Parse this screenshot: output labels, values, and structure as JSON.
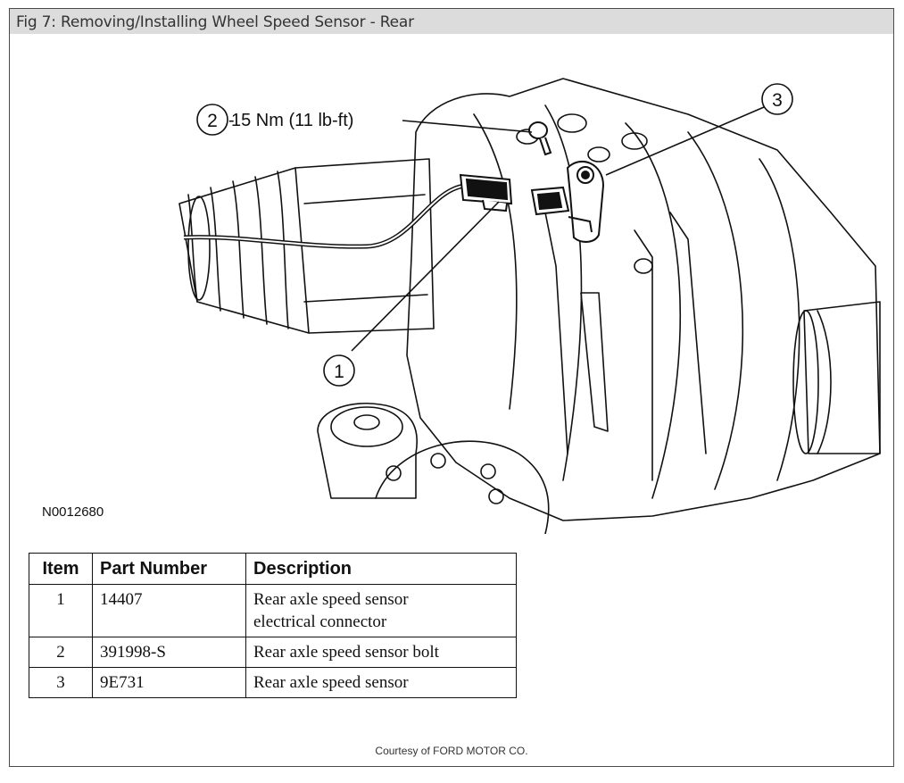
{
  "title": "Fig 7: Removing/Installing Wheel Speed Sensor - Rear",
  "figure": {
    "reference_code": "N0012680",
    "callouts": [
      {
        "number": "1"
      },
      {
        "number": "2",
        "note": "15 Nm (11 lb-ft)"
      },
      {
        "number": "3"
      }
    ]
  },
  "table": {
    "headers": [
      "Item",
      "Part Number",
      "Description"
    ],
    "rows": [
      {
        "item": "1",
        "part_number": "14407",
        "description_line1": "Rear axle speed sensor",
        "description_line2": "electrical connector"
      },
      {
        "item": "2",
        "part_number": "391998-S",
        "description_line1": "Rear axle speed sensor bolt"
      },
      {
        "item": "3",
        "part_number": "9E731",
        "description_line1": "Rear axle speed sensor"
      }
    ]
  },
  "footer": {
    "courtesy": "Courtesy of FORD MOTOR CO."
  }
}
